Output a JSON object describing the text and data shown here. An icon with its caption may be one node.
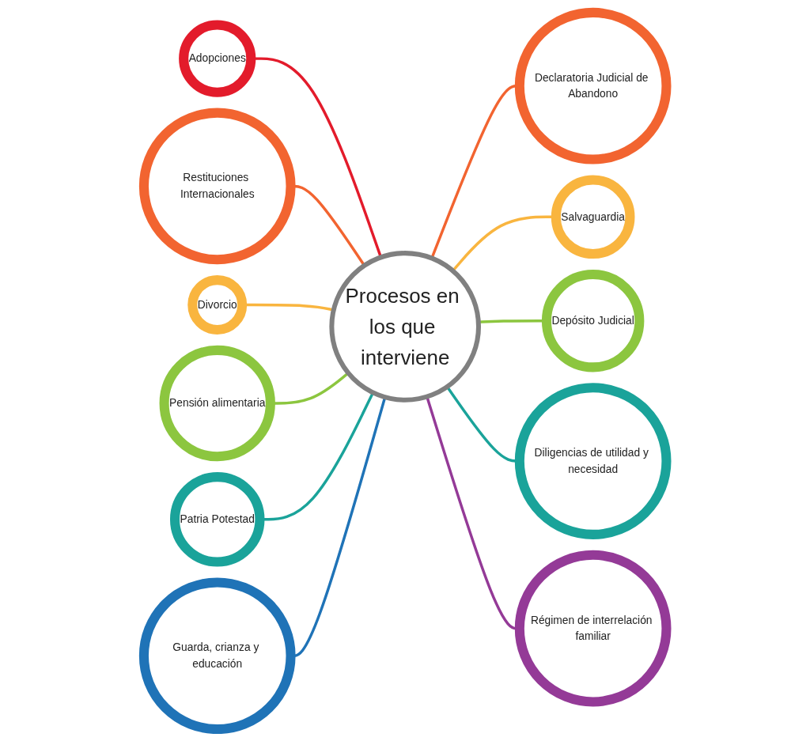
{
  "diagram": {
    "nodes": [
      {
        "text": [
          "Adopciones"
        ]
      },
      {
        "text": [
          "Restituciones Internacionales"
        ]
      },
      {
        "text": [
          "Declaratoria Judicial de Abandono"
        ]
      },
      {
        "text": [
          "Divorcio"
        ]
      },
      {
        "text": [
          "Salvaguardia"
        ]
      },
      {
        "text": [
          "Procesos en los que interviene"
        ]
      },
      {
        "text": [
          "Pensión alimentaria"
        ]
      },
      {
        "text": [
          "Depósito Judicial"
        ]
      },
      {
        "text": [
          "Patria Potestad"
        ]
      },
      {
        "text": [
          "Diligencias de utilidad y necesidad"
        ]
      },
      {
        "text": [
          "Guarda, crianza y educación"
        ]
      },
      {
        "text": [
          "Régimen de interrelación familiar"
        ]
      }
    ],
    "edges": [
      {
        "from": 0,
        "to": 5,
        "arrow": "none",
        "color": "#e31b2b"
      },
      {
        "from": 1,
        "to": 5,
        "arrow": "none",
        "color": "#f26430"
      },
      {
        "from": 5,
        "to": 2,
        "arrow": "none",
        "color": "#f26430"
      },
      {
        "from": 3,
        "to": 5,
        "arrow": "none",
        "color": "#f9b53f"
      },
      {
        "from": 5,
        "to": 4,
        "arrow": "none",
        "color": "#f9b53f"
      },
      {
        "from": 6,
        "to": 5,
        "arrow": "none",
        "color": "#8cc63f"
      },
      {
        "from": 5,
        "to": 7,
        "arrow": "none",
        "color": "#8cc63f"
      },
      {
        "from": 8,
        "to": 5,
        "arrow": "none",
        "color": "#1aa39a"
      },
      {
        "from": 5,
        "to": 9,
        "arrow": "none",
        "color": "#1aa39a"
      },
      {
        "from": 10,
        "to": 5,
        "arrow": "none",
        "color": "#1f73b7"
      },
      {
        "from": 5,
        "to": 11,
        "arrow": "none",
        "color": "#943a97"
      }
    ]
  }
}
